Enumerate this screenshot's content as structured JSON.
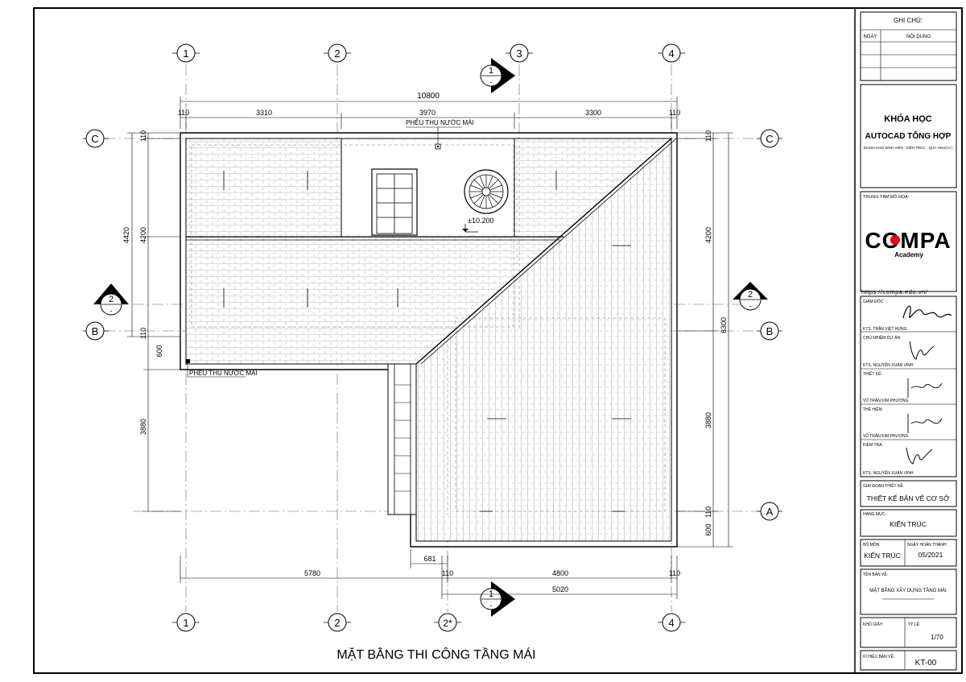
{
  "drawing": {
    "title": "MẶT BẰNG THI CÔNG TẦNG MÁI",
    "grid_top": [
      "1",
      "2",
      "3",
      "4"
    ],
    "grid_bottom": [
      "1",
      "2",
      "2*",
      "4"
    ],
    "grid_rows": [
      "C",
      "B",
      "A"
    ],
    "section_marks": [
      {
        "num": "1",
        "sub": "-"
      },
      {
        "num": "1",
        "sub": "-"
      },
      {
        "num": "2",
        "sub": "-"
      },
      {
        "num": "2",
        "sub": "-"
      }
    ],
    "dims_top_total": "10800",
    "dims_top": [
      "110",
      "3310",
      "3970",
      "3300",
      "110"
    ],
    "dims_bottom": [
      "5780",
      "110",
      "4800",
      "110"
    ],
    "dims_bottom_2": "5020",
    "dim_681": "681",
    "dims_left_outer": "4420",
    "dims_left": [
      "110",
      "4200",
      "110",
      "600",
      "3880"
    ],
    "dims_right_outer": "8300",
    "dims_right": [
      "110",
      "4200",
      "3880",
      "110",
      "600"
    ],
    "labels": {
      "phieu_top": "PHỄU THU NƯỚC MÁI",
      "phieu_left": "PHỄU THU NƯỚC MÁI",
      "level": "±10.200"
    }
  },
  "title_block": {
    "notes_header": "GHI CHÚ:",
    "col_date": "NGÀY",
    "col_content": "NỘI DUNG",
    "course_1": "KHÓA HỌC",
    "course_2": "AUTOCAD TỔNG HỢP",
    "course_3": "(DÀNH CHO SINH VIÊN : KIẾN TRÚC - QUY HOẠCH )",
    "center_label": "TRUNG TÂM ĐỒ HỌA:",
    "logo_main": "COMPA",
    "logo_sub": "Academy",
    "website": "https://compa.edu.vn/",
    "director_label": "GIÁM ĐỐC",
    "director_name": "KTS. TRẦN VIỆT HÙNG",
    "pm_label": "CHỦ NHIỆM DỰ ÁN:",
    "pm_name": "KTS. NGUYỄN XUÂN VINH",
    "design_label": "THIẾT KẾ:",
    "design_name": "VŨ TRẦN KIM PHƯỢNG",
    "draw_label": "THỂ HIỆN:",
    "draw_name": "VŨ TRẦN KIM PHƯỢNG",
    "check_label": "KIỂM TRA:",
    "check_name": "KTS. NGUYỄN XUÂN VINH",
    "phase_label": "GIAI ĐOẠN THIẾT KẾ:",
    "phase_value": "THIẾT KẾ BẢN VẼ CƠ SỞ",
    "item_label": "HẠNG MỤC:",
    "item_value": "KIẾN TRÚC",
    "dept_label": "BỘ MÔN:",
    "dept_value": "KIẾN TRÚC",
    "done_label": "NGÀY HOÀN THÀNH:",
    "done_value": "05/2021",
    "sheetname_label": "TÊN BẢN VẼ:",
    "sheetname_value": "MẶT BẰNG XÂY DỰNG TẦNG MÁI",
    "paper_label": "KHỔ GIẤY:",
    "scale_label": "TỶ LỆ:",
    "scale_value": "1/70",
    "code_label": "KÍ HIỆU BẢN VẼ:",
    "code_value": "KT-00"
  }
}
